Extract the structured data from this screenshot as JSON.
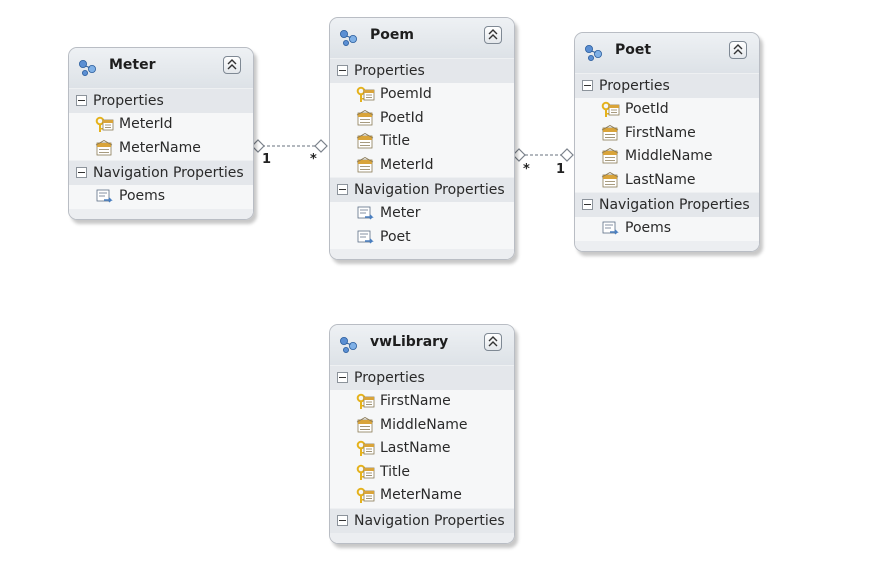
{
  "entities": [
    {
      "key": "meter",
      "title": "Meter",
      "properties_label": "Properties",
      "properties": [
        {
          "name": "MeterId",
          "key": true
        },
        {
          "name": "MeterName",
          "key": false
        }
      ],
      "nav_label": "Navigation Properties",
      "nav": [
        "Poems"
      ]
    },
    {
      "key": "poem",
      "title": "Poem",
      "properties_label": "Properties",
      "properties": [
        {
          "name": "PoemId",
          "key": true
        },
        {
          "name": "PoetId",
          "key": false
        },
        {
          "name": "Title",
          "key": false
        },
        {
          "name": "MeterId",
          "key": false
        }
      ],
      "nav_label": "Navigation Properties",
      "nav": [
        "Meter",
        "Poet"
      ]
    },
    {
      "key": "poet",
      "title": "Poet",
      "properties_label": "Properties",
      "properties": [
        {
          "name": "PoetId",
          "key": true
        },
        {
          "name": "FirstName",
          "key": false
        },
        {
          "name": "MiddleName",
          "key": false
        },
        {
          "name": "LastName",
          "key": false
        }
      ],
      "nav_label": "Navigation Properties",
      "nav": [
        "Poems"
      ]
    },
    {
      "key": "vwlibrary",
      "title": "vwLibrary",
      "properties_label": "Properties",
      "properties": [
        {
          "name": "FirstName",
          "key": true
        },
        {
          "name": "MiddleName",
          "key": false
        },
        {
          "name": "LastName",
          "key": true
        },
        {
          "name": "Title",
          "key": true
        },
        {
          "name": "MeterName",
          "key": true
        }
      ],
      "nav_label": "Navigation Properties",
      "nav": []
    }
  ],
  "associations": [
    {
      "name": "meter-poem",
      "from_mult": "1",
      "to_mult": "*"
    },
    {
      "name": "poem-poet",
      "from_mult": "*",
      "to_mult": "1"
    }
  ],
  "colors": {
    "key_icon": "#e5b21c",
    "property_icon": "#d9a43a",
    "nav_icon": "#4a7fc0"
  }
}
